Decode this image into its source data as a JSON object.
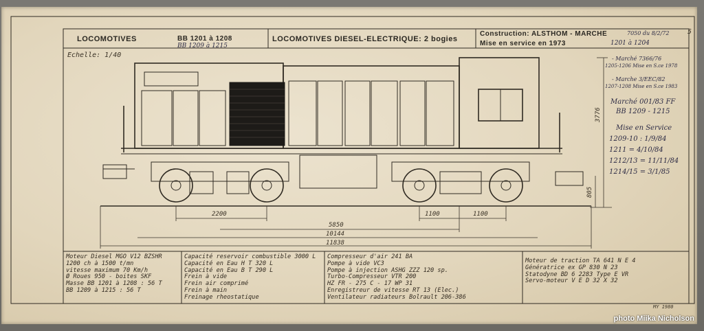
{
  "title": {
    "left": "LOCOMOTIVES",
    "series": "BB 1201 à 1208",
    "series_added": "BB 1209 à 1215",
    "type": "LOCOMOTIVES DIESEL-ELECTRIQUE: 2 bogies",
    "construction": "Construction: ALSTHOM - MARCHE",
    "marche": "7050 du 8/2/72",
    "service": "Mise en service en 1973",
    "service_range": "1201 à 1204",
    "sheet": "5",
    "scale": "Echelle: 1/40"
  },
  "notes": [
    "- Marché 7366/76",
    "1205-1206 Mise en S.ce 1978",
    "- Marche 3/EEC/82",
    "1207-1208 Mise en S.ce 1983",
    "Marché 001/83 FF",
    "BB 1209 - 1215"
  ],
  "service_dates": {
    "heading": "Mise en Service",
    "rows": [
      "1209-10 : 1/9/84",
      "1211 = 4/10/84",
      "1212/13 = 11/11/84",
      "1214/15 = 3/1/85"
    ]
  },
  "dimensions": {
    "height": "3776",
    "buffer_height": "805",
    "wheelbase_front": "2200",
    "axle_a": "1100",
    "axle_b": "1100",
    "pivots": "5850",
    "frame": "10144",
    "overall": "11838"
  },
  "specs": {
    "col1": [
      "Moteur Diesel MGO V12 BZSHR",
      "1200 ch à 1500 t/mn",
      "vitesse maximum 70 Km/h",
      "Ø Roues 950 - boites SKF",
      "Masse BB 1201 à 1208 : 56 T",
      "BB 1209 à 1215 : 56 T"
    ],
    "col2": [
      "Capacité reservoir combustible 3000 L",
      "Capacité en Eau H T  320 L",
      "Capacité en Eau B T  290 L",
      "Frein à vide",
      "Frein air comprimé",
      "Frein à main",
      "Freinage rheostatique"
    ],
    "col3": [
      "Compresseur d'air 241 BA",
      "Pompe à vide  VC3",
      "Pompe à injection ASHG ZZZ 120 sp.",
      "Turbo-Compresseur VTR 200",
      "HZ FR - 275 C - 17 WP 31",
      "Enregistreur de vitesse RT 13 (Elec.)",
      "Ventilateur radiateurs Bolrault 206-386"
    ],
    "col4": [
      "Moteur de traction TA 641 N E 4",
      "Génératrice ex GP 830 N 23",
      "Statodyne BD 6 2283 Type E VR",
      "Servo-moteur V E D 32 X 32"
    ]
  },
  "signature": "MY 1980",
  "credit": "photo Miika Nicholson"
}
